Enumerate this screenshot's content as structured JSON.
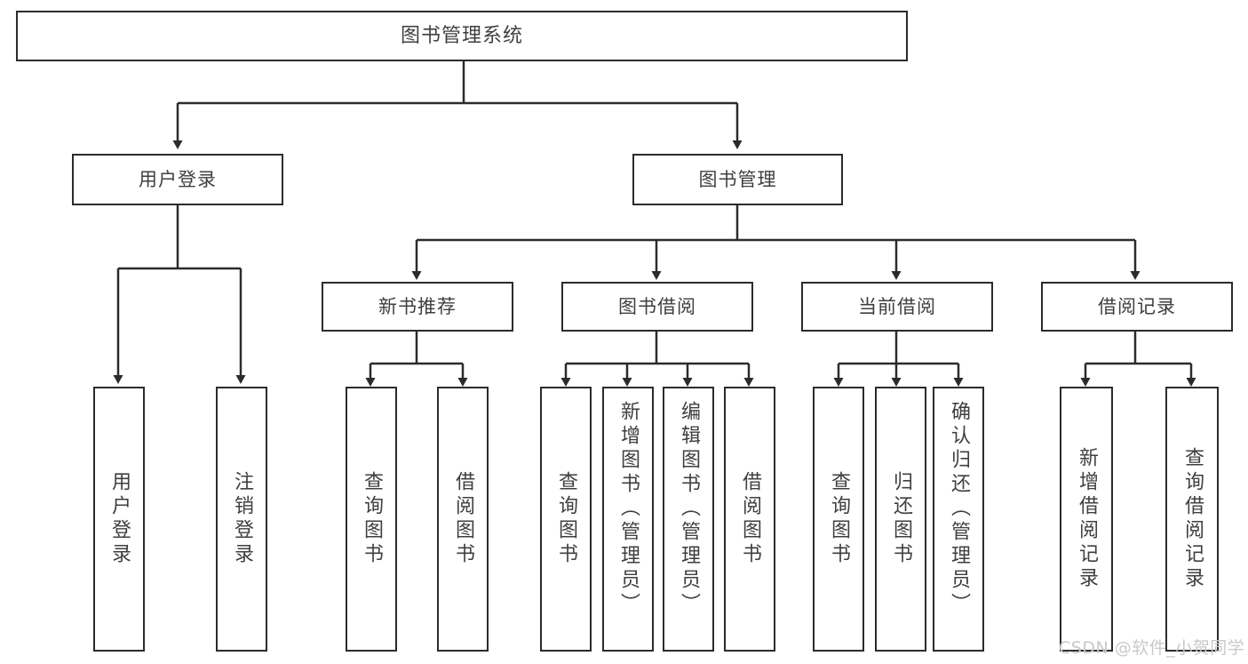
{
  "diagram": {
    "title": "图书管理系统",
    "type": "hierarchy-tree",
    "root": {
      "label": "图书管理系统"
    },
    "level2": [
      {
        "label": "用户登录"
      },
      {
        "label": "图书管理"
      }
    ],
    "level3": [
      {
        "label": "新书推荐"
      },
      {
        "label": "图书借阅"
      },
      {
        "label": "当前借阅"
      },
      {
        "label": "借阅记录"
      }
    ],
    "leaves": {
      "user_login": [
        {
          "label": "用户登录"
        },
        {
          "label": "注销登录"
        }
      ],
      "new_book_recommend": [
        {
          "label": "查询图书"
        },
        {
          "label": "借阅图书"
        }
      ],
      "book_borrow": [
        {
          "label": "查询图书"
        },
        {
          "label": "新增图书（管理员）"
        },
        {
          "label": "编辑图书（管理员）"
        },
        {
          "label": "借阅图书"
        }
      ],
      "current_borrow": [
        {
          "label": "查询图书"
        },
        {
          "label": "归还图书"
        },
        {
          "label": "确认归还（管理员）"
        }
      ],
      "borrow_record": [
        {
          "label": "新增借阅记录"
        },
        {
          "label": "查询借阅记录"
        }
      ]
    },
    "watermark": "CSDN @软件_小贺同学",
    "colors": {
      "stroke": "#2b2b2b",
      "text": "#3f3f3f",
      "background": "#ffffff",
      "watermark": "#c9c9c9"
    }
  }
}
